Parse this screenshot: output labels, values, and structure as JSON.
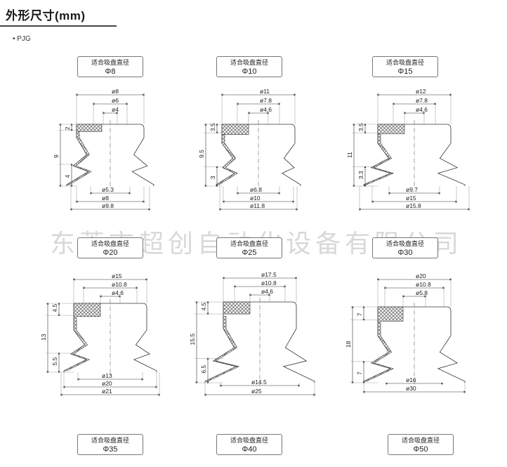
{
  "title": "外形尺寸(mm)",
  "series": "• PJG",
  "watermark": "东莞市超创自动化设备有限公司",
  "cup_label": "适合吸盘直径",
  "cups": [
    {
      "size": "Φ8",
      "dims": [
        "ø8",
        "ø6",
        "ø4",
        "ø5.3",
        "ø8",
        "ø9.8"
      ],
      "heights": [
        "2",
        "9",
        "4"
      ]
    },
    {
      "size": "Φ10",
      "dims": [
        "ø11",
        "ø7.8",
        "ø4.6",
        "ø6.8",
        "ø10",
        "ø11.8"
      ],
      "heights": [
        "3.5",
        "9.5",
        "3"
      ]
    },
    {
      "size": "Φ15",
      "dims": [
        "ø12",
        "ø7.8",
        "ø4.6",
        "ø9.7",
        "ø15",
        "ø15.8"
      ],
      "heights": [
        "3.5",
        "11",
        "3.3"
      ]
    },
    {
      "size": "Φ20",
      "dims": [
        "ø15",
        "ø10.8",
        "ø4.6",
        "ø13",
        "ø20",
        "ø21"
      ],
      "heights": [
        "4.5",
        "13",
        "5.5"
      ]
    },
    {
      "size": "Φ25",
      "dims": [
        "ø17.5",
        "ø10.8",
        "ø4.6",
        "ø14.5",
        "ø25"
      ],
      "heights": [
        "4.5",
        "15.5",
        "6.5"
      ]
    },
    {
      "size": "Φ30",
      "dims": [
        "ø20",
        "ø10.8",
        "ø5.8",
        "ø16",
        "ø30"
      ],
      "heights": [
        "7",
        "18",
        "7"
      ]
    },
    {
      "size": "Φ35"
    },
    {
      "size": "Φ40"
    },
    {
      "size": "Φ50"
    }
  ]
}
